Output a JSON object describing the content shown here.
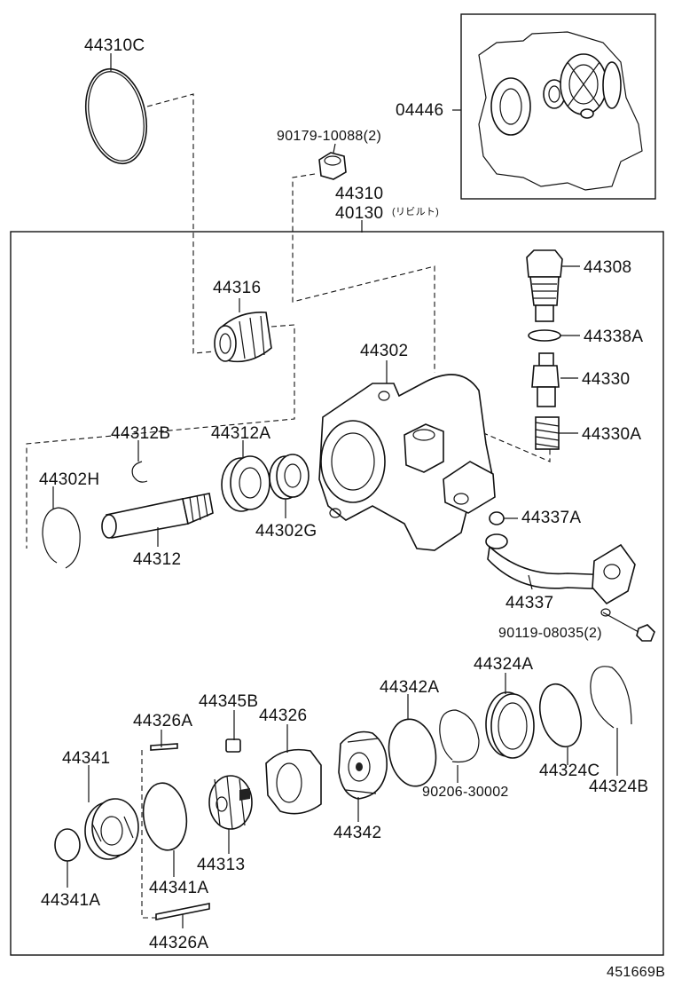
{
  "diagram_id": "451669B",
  "labels": {
    "p44310C": "44310C",
    "p04446": "04446",
    "p90179": "90179-10088(2)",
    "p44310": "44310",
    "p40130": "40130",
    "p40130_note": "(リビルト)",
    "p44316": "44316",
    "p44308": "44308",
    "p44338A": "44338A",
    "p44302": "44302",
    "p44330": "44330",
    "p44330A": "44330A",
    "p44312B": "44312B",
    "p44312A": "44312A",
    "p44302H": "44302H",
    "p44337A": "44337A",
    "p44302G": "44302G",
    "p44312": "44312",
    "p44337": "44337",
    "p90119": "90119-08035(2)",
    "p44324A": "44324A",
    "p44342A": "44342A",
    "p44345B": "44345B",
    "p44326": "44326",
    "p44326A_top": "44326A",
    "p44341": "44341",
    "p90206": "90206-30002",
    "p44324C": "44324C",
    "p44324B": "44324B",
    "p44342": "44342",
    "p44313": "44313",
    "p44341A_right": "44341A",
    "p44341A_left": "44341A",
    "p44326A_bottom": "44326A"
  }
}
